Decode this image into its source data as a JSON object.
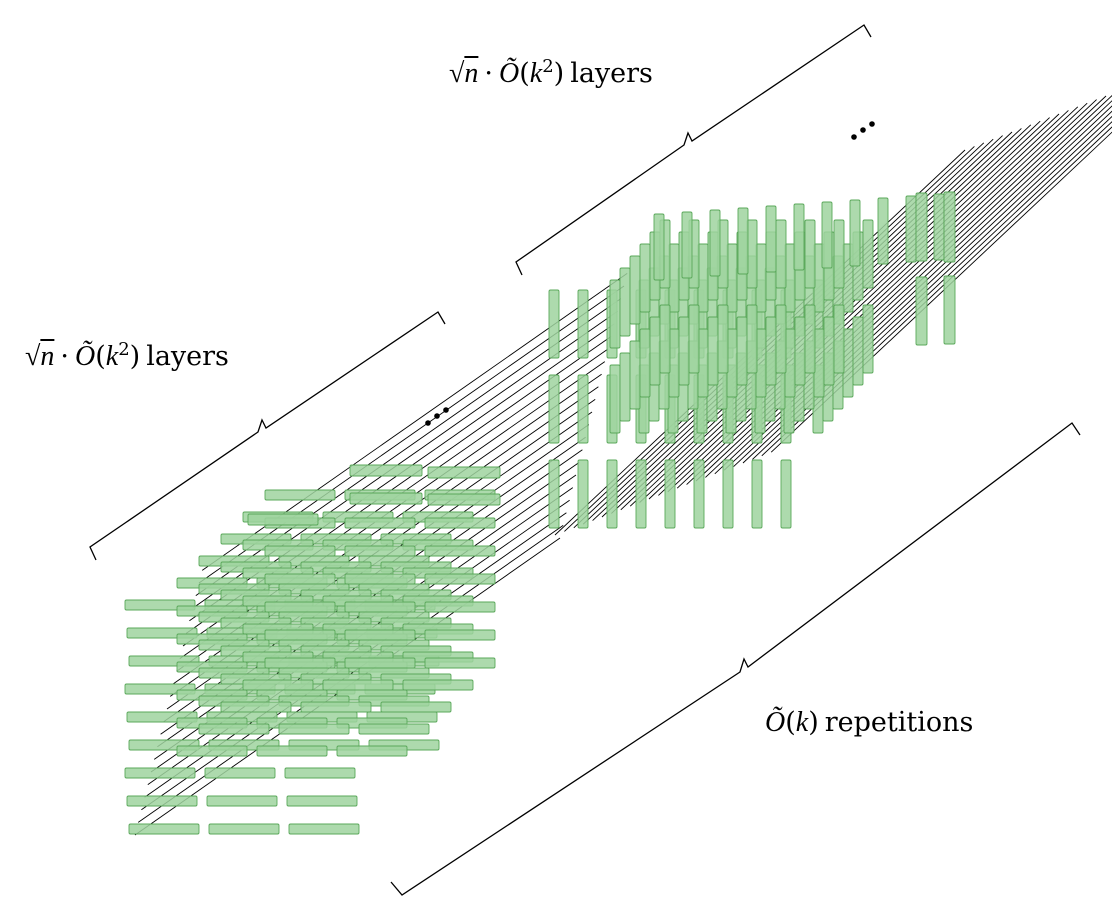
{
  "labels": {
    "top_layers": {
      "sqrt": "√",
      "n": "n",
      "dot": "·",
      "O": "Õ",
      "open": "(",
      "k": "k",
      "exp": "2",
      "close": ")",
      "text": "layers"
    },
    "left_layers": {
      "sqrt": "√",
      "n": "n",
      "dot": "·",
      "O": "Õ",
      "open": "(",
      "k": "k",
      "exp": "2",
      "close": ")",
      "text": "layers"
    },
    "repetitions": {
      "O": "Õ",
      "open": "(",
      "k": "k",
      "close": ")",
      "text": "repetitions"
    }
  },
  "colors": {
    "gate_fill": "#9fd49f",
    "gate_stroke": "#5aa85a",
    "wire": "#000000",
    "brace": "#000000"
  }
}
